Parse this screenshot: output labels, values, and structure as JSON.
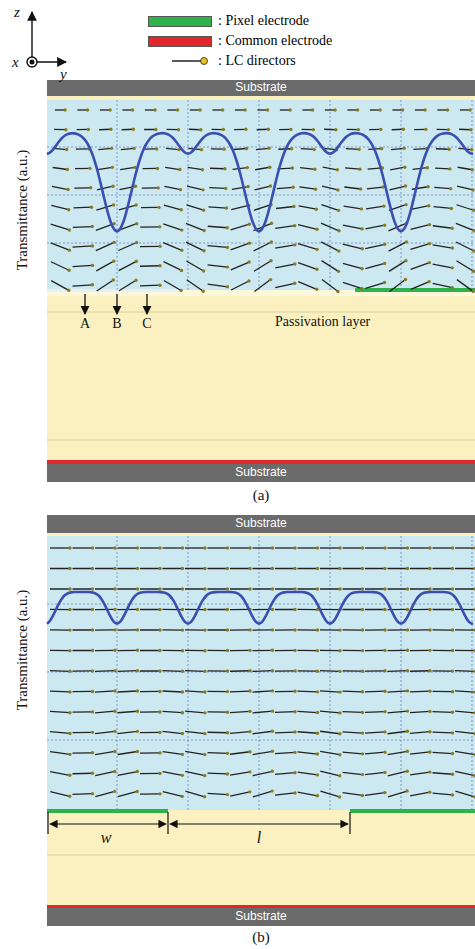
{
  "diagram": {
    "nodes": [
      {
        "text": [
          "Substrate"
        ]
      },
      {
        "text": [
          "Passivation layer"
        ]
      },
      {
        "text": [
          "Substrate"
        ]
      },
      {
        "text": [
          "Substrate"
        ]
      },
      {
        "text": [
          "Substrate"
        ]
      }
    ],
    "labels": [
      "z",
      "x",
      "y",
      "Transmittance (a.u.)",
      "A",
      "B",
      "C",
      "(a)",
      "Transmittance (a.u.)",
      "w",
      "l",
      "(b)"
    ],
    "legend": [
      {
        "text": ": Pixel electrode",
        "color": "#2db34a"
      },
      {
        "text": ": Common electrode",
        "color": "#e3262b"
      },
      {
        "text": ": LC directors"
      }
    ]
  }
}
